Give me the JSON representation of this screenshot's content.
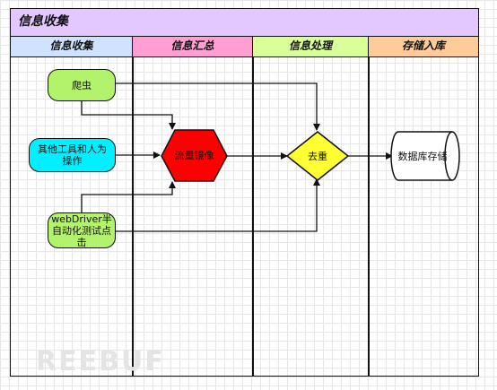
{
  "pool": {
    "title": "信息收集"
  },
  "lanes": [
    {
      "label": "信息收集",
      "color": "#cfe2ff"
    },
    {
      "label": "信息汇总",
      "color": "#ff9ed2"
    },
    {
      "label": "信息处理",
      "color": "#d9ff99"
    },
    {
      "label": "存储入库",
      "color": "#ffcc99"
    }
  ],
  "nodes": {
    "crawler": {
      "label": "爬虫",
      "color": "#b3f26b"
    },
    "other_tools": {
      "label": "其他工具和人为操作",
      "color": "#00f0ff"
    },
    "webdriver": {
      "label": "webDriver半自动化测试点击",
      "color": "#b3f26b"
    },
    "traffic_mirror": {
      "label": "流量镜像",
      "color": "#ff0000"
    },
    "dedup": {
      "label": "去重",
      "color": "#ffff33"
    },
    "db_storage": {
      "label": "数据库存储",
      "color": "#ffffff"
    }
  },
  "watermark": "REEBUF"
}
